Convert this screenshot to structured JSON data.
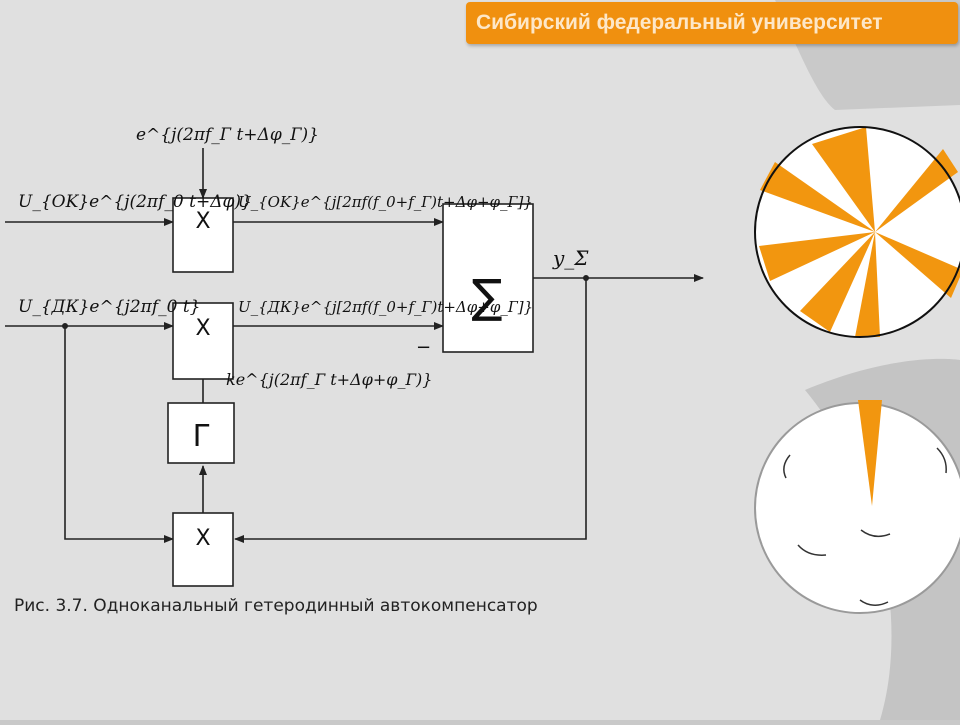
{
  "header": {
    "university": "Сибирский федеральный университет"
  },
  "figure": {
    "caption": "Рис. 3.7. Одноканальный гетеродинный автокомпенсатор",
    "blocks": {
      "mult_top": "X",
      "mult_mid": "X",
      "mult_bottom": "X",
      "gamma": "Γ",
      "sum": "∑"
    },
    "labels": {
      "heterodyne_in": "e^{j(2πf_Г t+Δφ_Г)}",
      "main_input": "U_{OK}e^{j(2πf_0 t+Δφ)}",
      "main_shifted": "U_{OK}e^{j[2πf(f_0+f_Г)t+Δφ+φ_Г]}",
      "aux_input": "U_{ДК}e^{j2πf_0 t}",
      "aux_shifted": "U_{ДК}e^{j[2πf(f_0+f_Г)t+Δφ+φ_Г]}",
      "weight": "ke^{j(2πf_Г t+Δφ+φ_Г)}",
      "output": "y_Σ",
      "minus": "−"
    }
  },
  "colors": {
    "accent": "#f0900f",
    "slide_bg": "#e0e0e0",
    "frame_bg": "#c9c9c9"
  }
}
